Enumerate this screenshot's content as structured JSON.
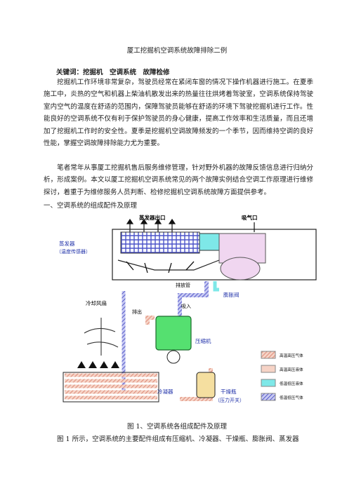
{
  "doc": {
    "title": "厦工挖掘机空调系统故障排除二例",
    "keywords": "关键词：挖掘机　空调系统　故障检修",
    "para1": "挖掘机工作环境非常复杂，驾驶员经常在紧闭车窗的情况下操作机器进行施工。在夏季施工中，炎热的空气和机器上柴油机散发出来的热量往往烘烤着驾驶室，空调系统保持驾驶室内空气的温度在舒适的范围内，保障驾驶员能够在舒适的环境下驾驶挖掘机进行工作。性能良好的空调系统不仅有利于保护驾驶员的身心健康，提高工作效率和生活质量，而且还增加了挖掘机工作时的安全性。夏季是挖掘机空调故障频发的一个季节，因而维持空调的良好性能，掌握空调故障排除能力尤为重要。",
    "para2": "笔者常年从事厦工挖掘机售后服务维修管理，针对野外机器的故障反馈信息进行归纳分析，形成案例。本文以厦工挖掘机空调系统常见的两个故障实例结合空调工作原理进行维修探讨，着重于为维修服务人员判断、检修挖掘机空调系统故障方面提供参考。",
    "section1": "一、空调系统的组成配件及原理",
    "caption": "图 1、空调系统各组成配件及原理",
    "para3": "图 1 所示，空调系统的主要配件组成有压缩机、冷凝器、干燥瓶、膨胀阀、蒸发器"
  },
  "figure": {
    "evap_outlet": "蒸发器出口",
    "air_inlet": "吸气口",
    "evaporator": "蒸发器",
    "temp_sensor": "（温度传感器）",
    "drain_pipe": "排放管",
    "expansion_valve": "膨胀阀",
    "discharge": "排出",
    "suction": "吸入",
    "cooling_fan": "冷却风扇",
    "compressor": "压缩机",
    "condenser": "冷凝器",
    "dryer": "干燥瓶",
    "pressure_switch": "（压力开关）",
    "legend": [
      {
        "label": "高温高压气体",
        "color": "#e8a08c"
      },
      {
        "label": "高温高压液体",
        "color": "#f2c8b8"
      },
      {
        "label": "低温低压液体",
        "color": "#7ee8e8"
      },
      {
        "label": "低温低压气体",
        "color": "#4a52c8"
      }
    ]
  }
}
